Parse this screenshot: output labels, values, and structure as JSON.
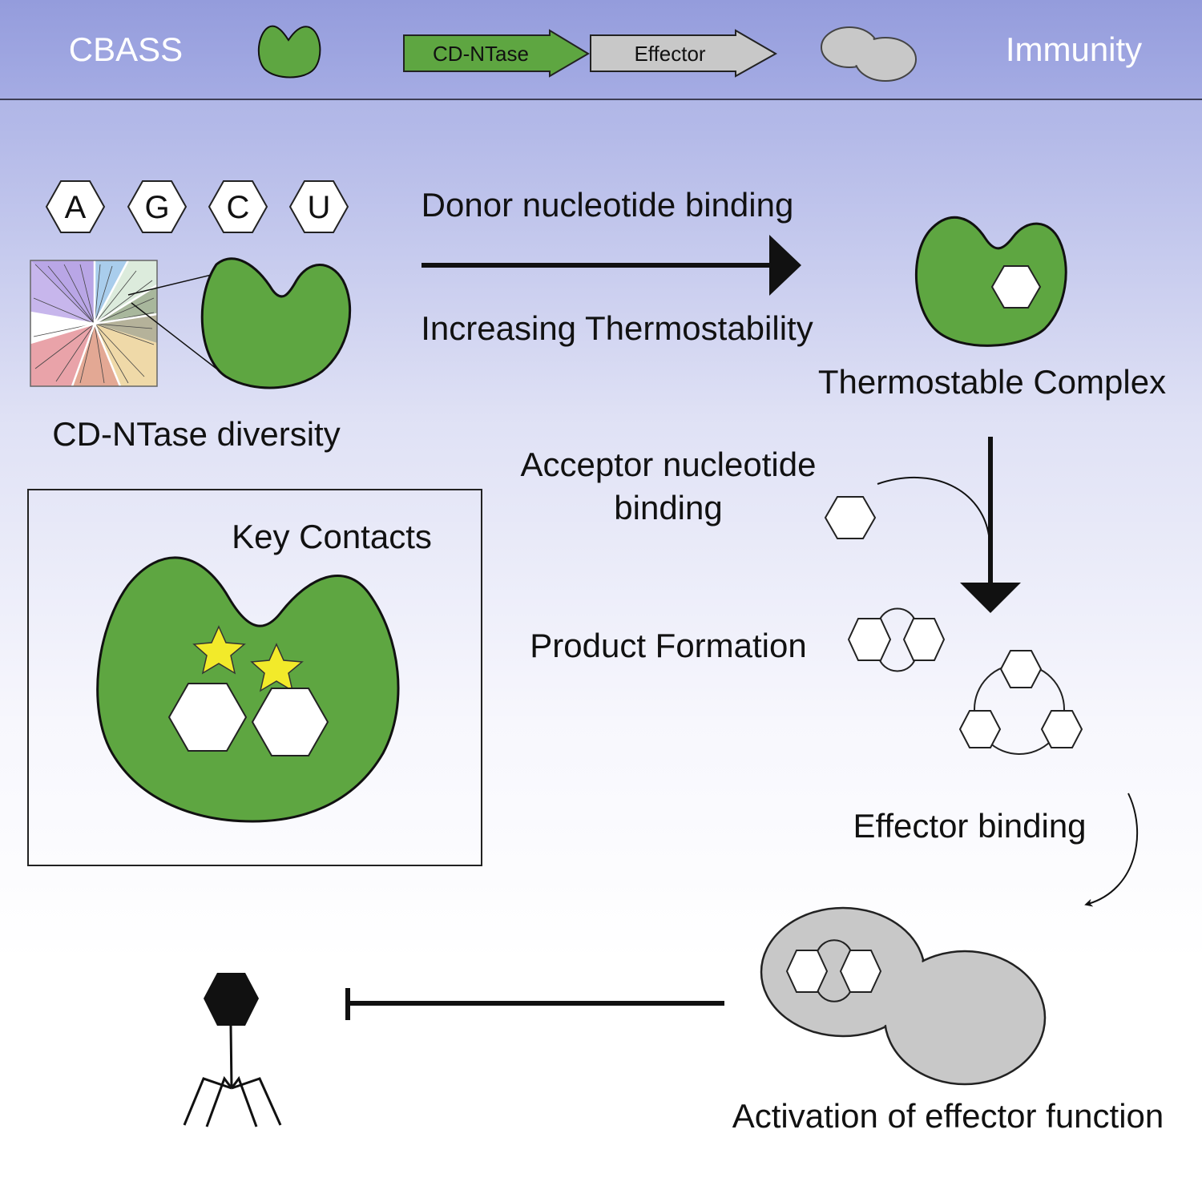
{
  "header": {
    "title_left": "CBASS",
    "gene_1": "CD-NTase",
    "gene_2": "Effector",
    "title_right": "Immunity"
  },
  "nucleotides": [
    "A",
    "G",
    "C",
    "U"
  ],
  "labels": {
    "diversity": "CD-NTase diversity",
    "donor_binding": "Donor nucleotide binding",
    "thermostability": "Increasing Thermostability",
    "thermostable_complex": "Thermostable Complex",
    "acceptor_line1": "Acceptor nucleotide",
    "acceptor_line2": "binding",
    "product_formation": "Product Formation",
    "key_contacts": "Key Contacts",
    "effector_binding": "Effector binding",
    "activation": "Activation of effector function"
  },
  "colors": {
    "enzyme_green": "#5ea641",
    "effector_gray": "#c8c8c8",
    "star_yellow": "#f2ea2a",
    "header_blue": "#9aa1de",
    "outline": "#111111"
  },
  "icons": {
    "phage": "phage-icon",
    "inhibition": "inhibition-arrow-icon"
  }
}
